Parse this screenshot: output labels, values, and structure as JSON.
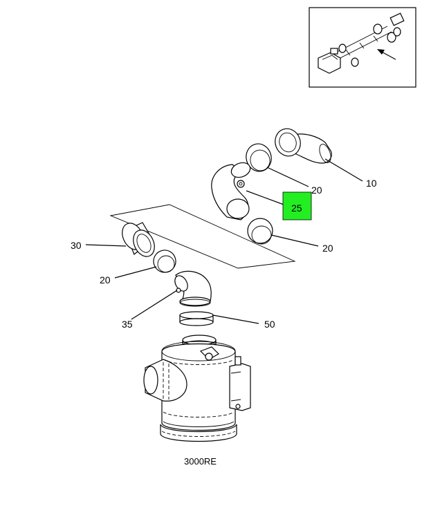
{
  "diagram": {
    "drawing_code": "3000RE",
    "highlight_color": "#22ee22",
    "callouts": {
      "c10": "10",
      "c20a": "20",
      "c25": "25",
      "c20b": "20",
      "c30": "30",
      "c20c": "20",
      "c35": "35",
      "c50": "50"
    }
  }
}
